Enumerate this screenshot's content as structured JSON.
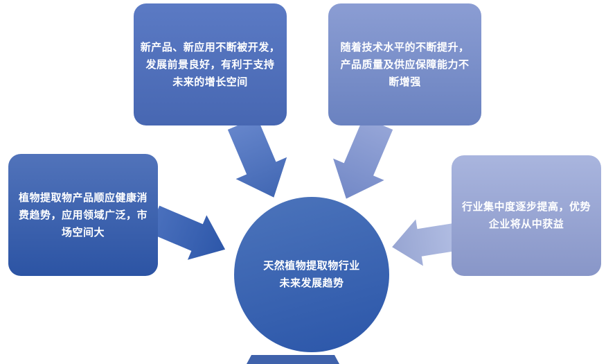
{
  "colors": {
    "background": "#ffffff",
    "text": "#ffffff",
    "box1_top": "#5b7ac4",
    "box1_bottom": "#4767b2",
    "box2_top": "#8b9dd3",
    "box2_bottom": "#6a82c0",
    "box3_top": "#5173ba",
    "box3_bottom": "#2c54a4",
    "box4_top": "#a9b5de",
    "box4_bottom": "#8896c8",
    "circle_light": "#4c74bb",
    "circle_dark": "#2b56a9",
    "arrow1_tail": "#6585cb",
    "arrow1_head": "#4167b3",
    "arrow2_tail": "#95a5d7",
    "arrow2_head": "#7389c7",
    "arrow3_tail": "#4a70bd",
    "arrow3_head": "#2d57a9",
    "arrow4_tail": "#b0bce2",
    "arrow4_head": "#97a5d2",
    "pedestal": "#3f62ab"
  },
  "diagram": {
    "boxes": [
      {
        "id": "top-left",
        "text": "新产品、新应用不断被开发，\n发展前景良好，有利于支持\n未来的增长空间"
      },
      {
        "id": "top-right",
        "text": "随着技术水平的不断提升，\n产品质量及供应保障能力不\n断增强"
      },
      {
        "id": "left",
        "text": "植物提取物产品顺应健康消\n费趋势，应用领域广泛，市\n场空间大"
      },
      {
        "id": "right",
        "text": "行业集中度逐步提高，优势\n企业将从中获益"
      }
    ],
    "center": {
      "text": "天然植物提取物行业\n未来发展趋势"
    }
  }
}
